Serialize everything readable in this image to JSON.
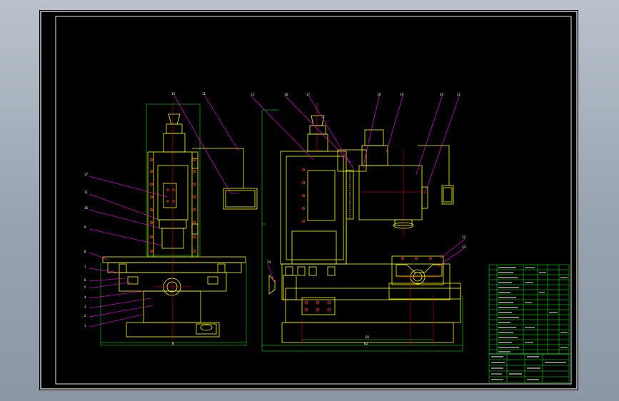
{
  "colors": {
    "background": "#000000",
    "frame": "#ffffff",
    "outline": "#ffff00",
    "centerline": "#ff0000",
    "leader": "#ff00ff",
    "dimension": "#00ff00",
    "title_block": "#00ff00"
  },
  "left_view": {
    "balloons": [
      "15",
      "11",
      "17",
      "11",
      "16",
      "9",
      "8",
      "7",
      "6",
      "5",
      "4",
      "3",
      "2",
      "1"
    ],
    "dimension": "B"
  },
  "right_view": {
    "balloons": [
      "13",
      "18",
      "17",
      "18",
      "19",
      "20",
      "21",
      "22",
      "23",
      "24"
    ],
    "dimensions": [
      "B1",
      "B2"
    ]
  }
}
